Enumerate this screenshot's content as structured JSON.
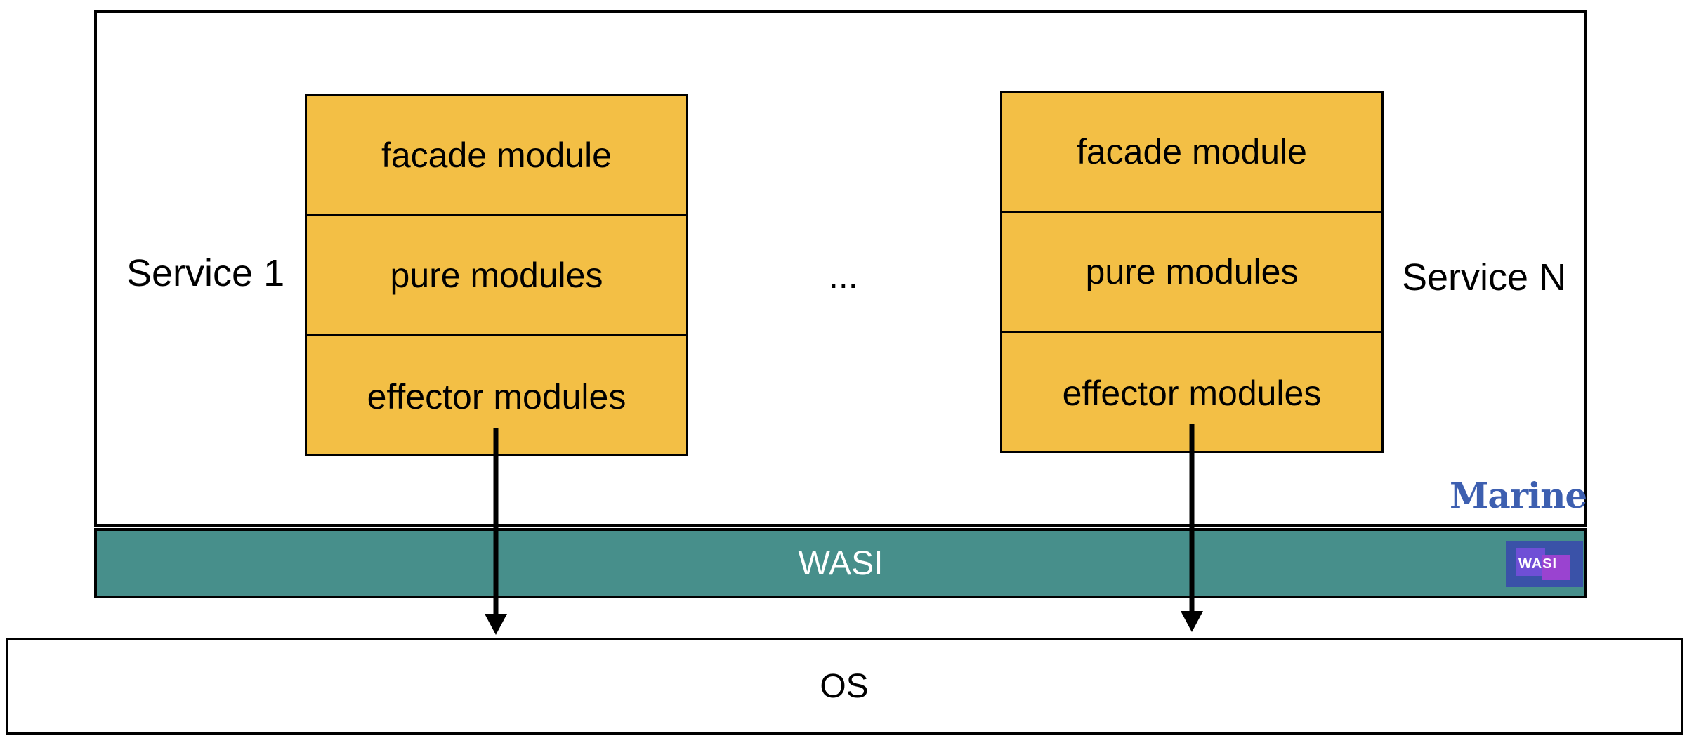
{
  "services": [
    {
      "label": "Service 1",
      "layers": [
        "facade module",
        "pure modules",
        "effector modules"
      ]
    },
    {
      "label": "Service N",
      "layers": [
        "facade module",
        "pure modules",
        "effector modules"
      ]
    }
  ],
  "ellipsis": "...",
  "runtime": {
    "logo_text": "Marine",
    "logo_color": "#3d5fb0"
  },
  "wasi": {
    "label": "WASI",
    "logo_text": "WASI",
    "bar_color": "#478f8b"
  },
  "os": {
    "label": "OS"
  },
  "colors": {
    "module_fill": "#f3bf45",
    "border": "#000000"
  }
}
